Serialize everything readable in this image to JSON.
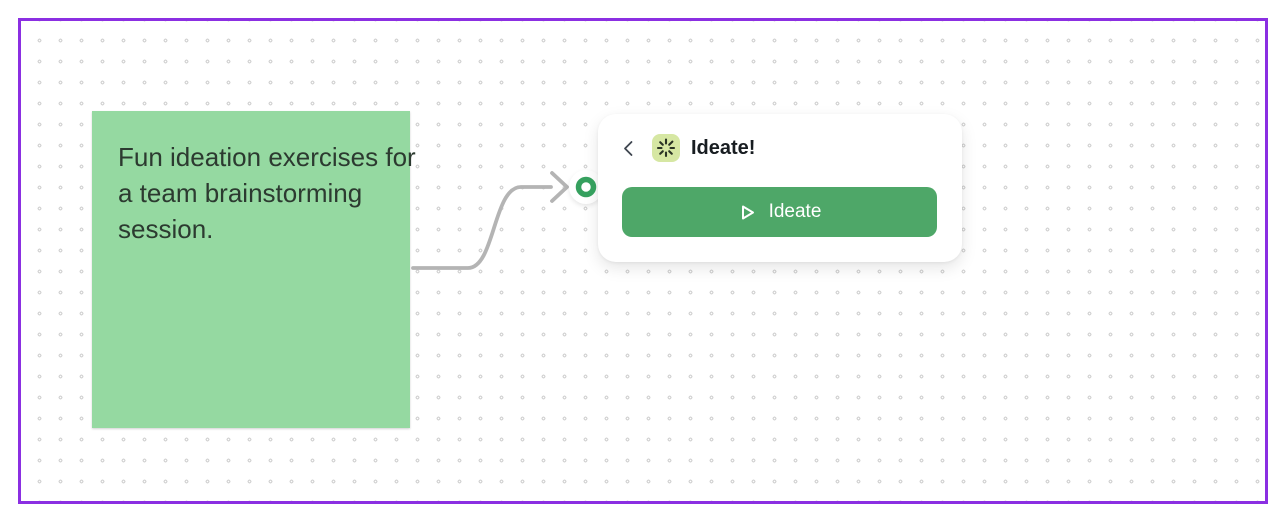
{
  "canvas": {
    "frame_border_color": "#8b2fe2",
    "background_color": "#ffffff",
    "dot_grid_color": "#d4d4d4"
  },
  "sticky_note": {
    "text": "Fun ideation exercises for a team brainstorming session.",
    "lines": [
      "Fun ideation exercises for",
      "a team brainstorming",
      "session."
    ],
    "background_color": "#95d9a1",
    "text_color": "#2c3a30"
  },
  "connector": {
    "color": "#b4b4b4",
    "port_color": "#35a05e"
  },
  "action_card": {
    "back_icon": "chevron-left-icon",
    "app_icon": "burst-icon",
    "app_icon_background": "#d6e7a3",
    "title": "Ideate!",
    "run_button": {
      "icon": "play-outline-icon",
      "label": "Ideate",
      "background_color": "#4ea768",
      "text_color": "#ffffff"
    }
  }
}
